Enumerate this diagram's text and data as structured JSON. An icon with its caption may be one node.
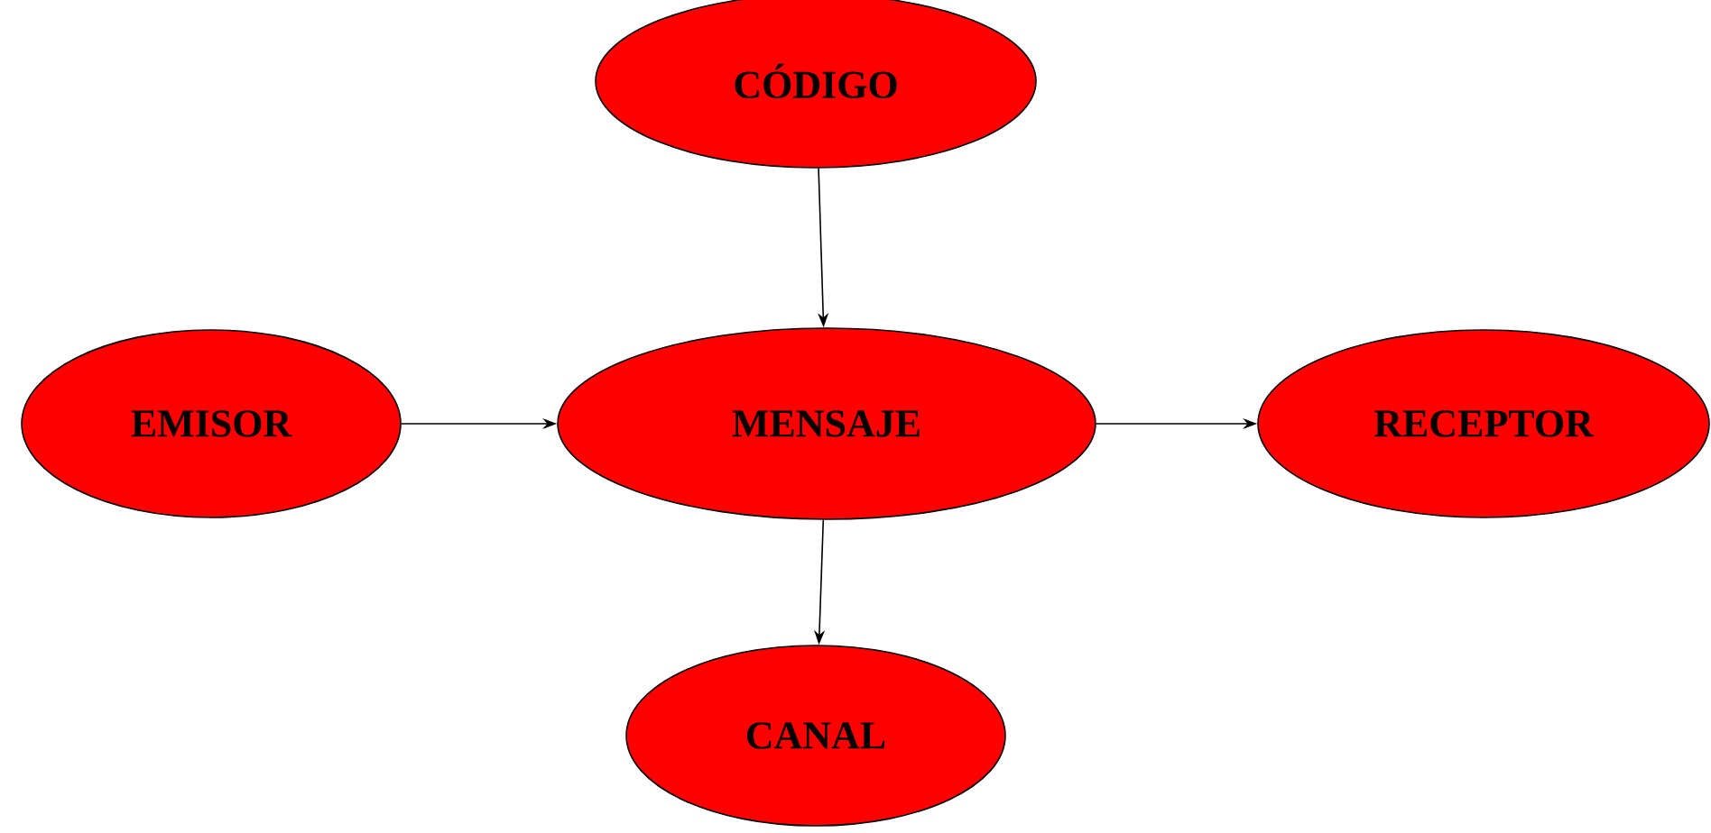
{
  "diagram": {
    "nodes": [
      {
        "text": [
          "CÓDIGO"
        ]
      },
      {
        "text": [
          "EMISOR"
        ]
      },
      {
        "text": [
          "MENSAJE"
        ]
      },
      {
        "text": [
          "RECEPTOR"
        ]
      },
      {
        "text": [
          "CANAL"
        ]
      }
    ],
    "edges": [
      {
        "from": 0,
        "to": 2,
        "arrow": "to"
      },
      {
        "from": 1,
        "to": 2,
        "arrow": "to"
      },
      {
        "from": 2,
        "to": 3,
        "arrow": "to"
      },
      {
        "from": 2,
        "to": 4,
        "arrow": "to"
      }
    ]
  }
}
